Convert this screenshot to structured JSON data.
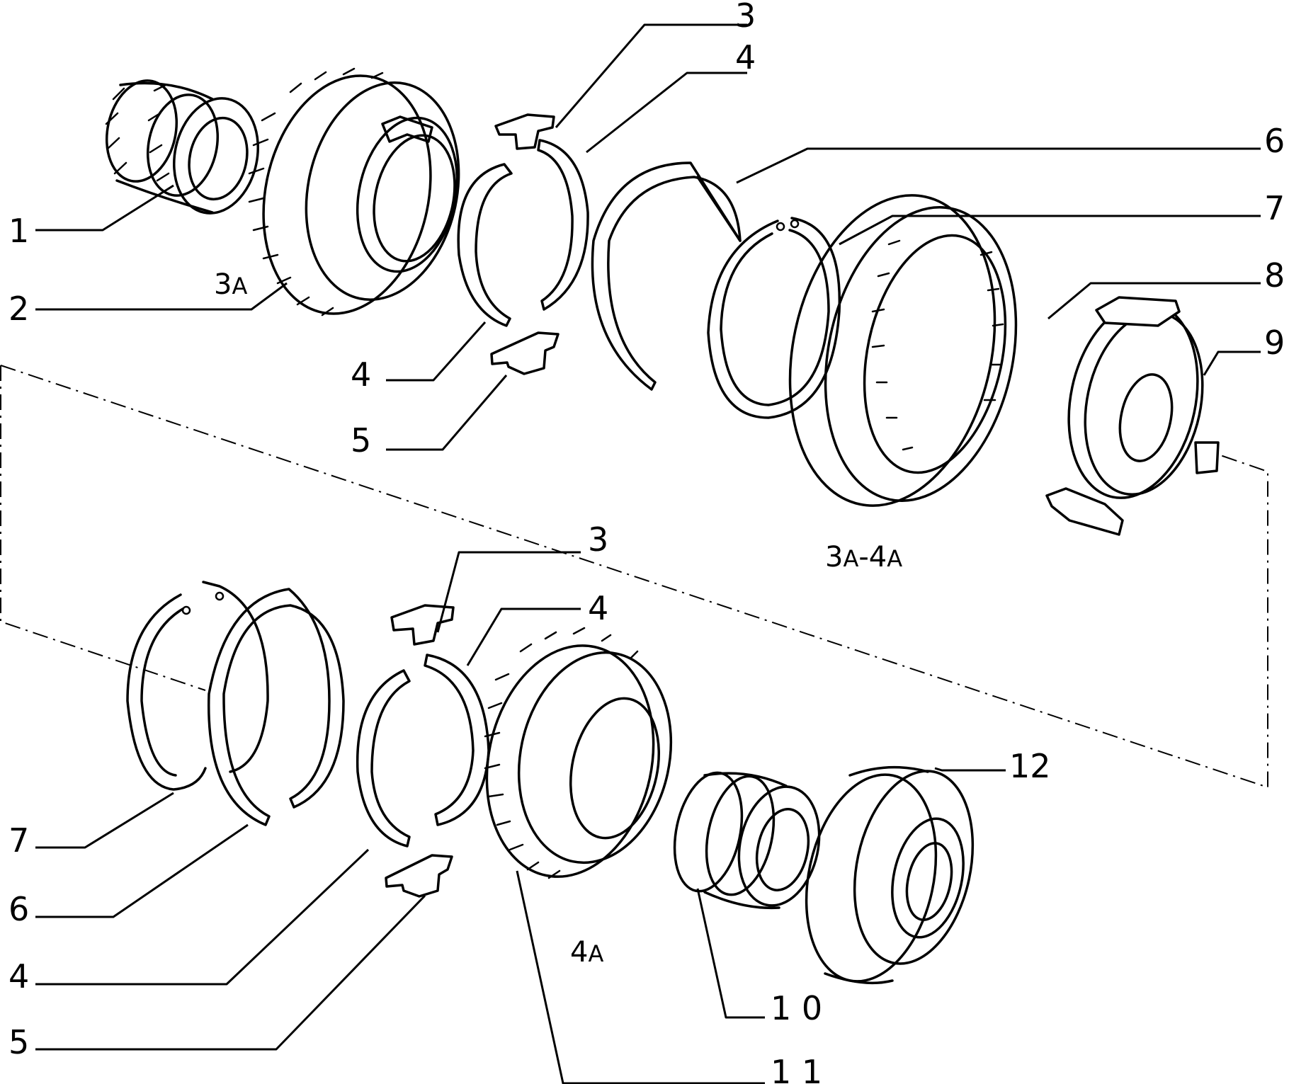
{
  "callouts": {
    "top": {
      "c1": "1",
      "c2": "2",
      "c3": "3",
      "c4a": "4",
      "c4b": "4",
      "c5": "5",
      "c6": "6",
      "c7": "7",
      "c8": "8",
      "c9": "9"
    },
    "bottom": {
      "c3": "3",
      "c4a": "4",
      "c4b": "4",
      "c5": "5",
      "c6": "6",
      "c7": "7",
      "c10": "1 0",
      "c11": "1 1",
      "c12": "12"
    }
  },
  "group_labels": {
    "g3a": {
      "main": "3",
      "sub": "A"
    },
    "g4a": {
      "main": "4",
      "sub": "A"
    },
    "g3a4a": {
      "a": "3",
      "a_sub": "A",
      "dash": "-",
      "b": "4",
      "b_sub": "A"
    }
  }
}
